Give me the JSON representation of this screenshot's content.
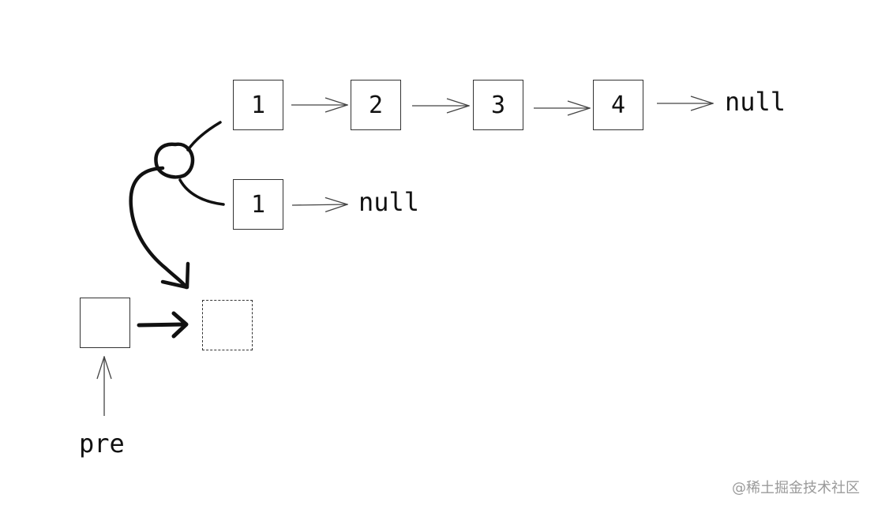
{
  "list_main": {
    "nodes": [
      "1",
      "2",
      "3",
      "4"
    ],
    "tail": "null"
  },
  "list_second": {
    "nodes": [
      "1"
    ],
    "tail": "null"
  },
  "pre_node": {
    "value": "",
    "label": "pre"
  },
  "new_node": {
    "value": ""
  },
  "watermark": "@稀土掘金技术社区",
  "colors": {
    "stroke": "#333333",
    "text": "#111111",
    "watermark": "#9a9a9a",
    "background": "#ffffff"
  }
}
